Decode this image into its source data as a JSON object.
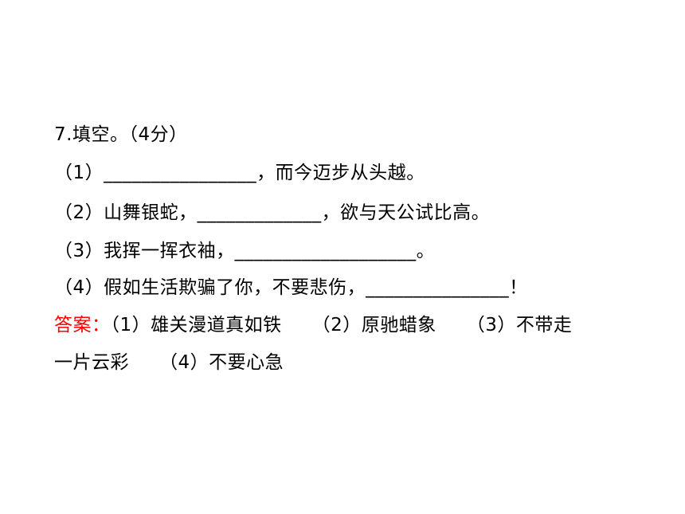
{
  "question": {
    "title": "7.填空。（4分）",
    "items": [
      "（1）________________，而今迈步从头越。",
      "（2）山舞银蛇，_____________，欲与天公试比高。",
      "（3）我挥一挥衣袖，___________________。",
      "（4）假如生活欺骗了你，不要悲伤，_______________！"
    ]
  },
  "answer": {
    "label": "答案：",
    "parts": [
      "（1）雄关漫道真如铁",
      "（2）原驰蜡象",
      "（3）不带走",
      "一片云彩",
      "（4）不要心急"
    ]
  },
  "colors": {
    "text": "#000000",
    "answer_label": "#ff0000",
    "background": "#ffffff"
  }
}
